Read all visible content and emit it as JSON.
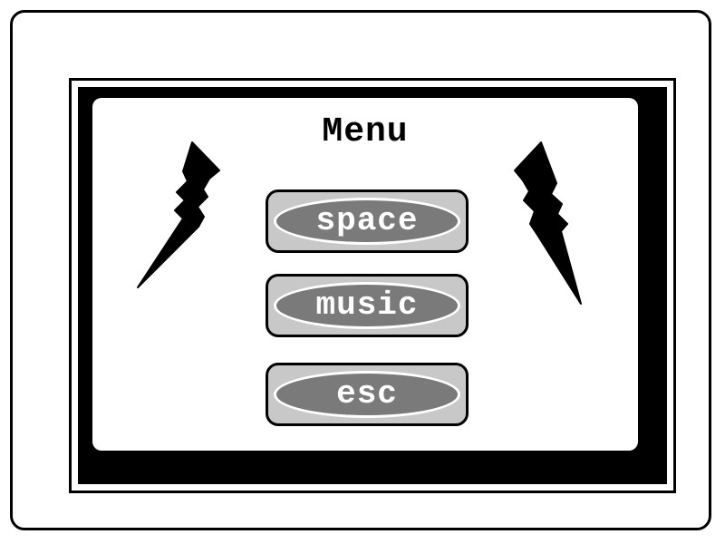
{
  "menu": {
    "title": "Menu",
    "buttons": [
      {
        "label": "space"
      },
      {
        "label": "music"
      },
      {
        "label": "esc"
      }
    ]
  },
  "icons": {
    "left": "lightning-bolt-icon",
    "right": "lightning-bolt-icon"
  },
  "colors": {
    "frame": "#000000",
    "background": "#ffffff",
    "button_outer": "#c8c8c8",
    "button_oval": "#7a7a7a",
    "button_text": "#ffffff"
  }
}
